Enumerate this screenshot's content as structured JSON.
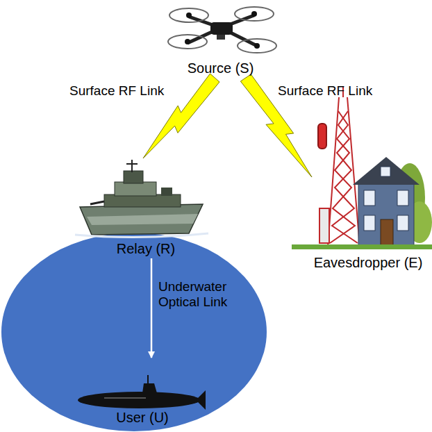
{
  "diagram": {
    "nodes": [
      {
        "text": [
          "Source (S)"
        ]
      },
      {
        "text": [
          "Relay (R)"
        ]
      },
      {
        "text": [
          "Eavesdropper (E)"
        ]
      },
      {
        "text": [
          "User (U)"
        ]
      }
    ],
    "edges": [
      {
        "from": 0,
        "to": 1,
        "arrow": "none",
        "label": "Surface RF Link"
      },
      {
        "from": 0,
        "to": 2,
        "arrow": "none",
        "label": "Surface RF Link"
      },
      {
        "from": 1,
        "to": 3,
        "arrow": "to",
        "label": "Underwater Optical Link"
      }
    ]
  }
}
